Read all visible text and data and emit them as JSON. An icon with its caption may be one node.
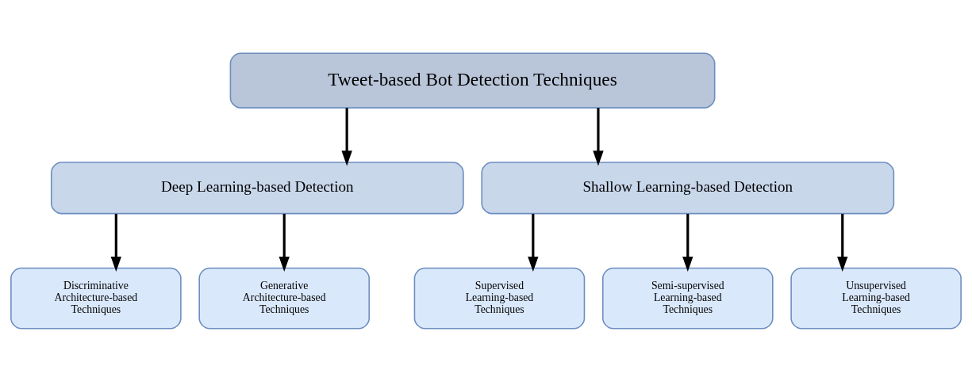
{
  "diagram": {
    "nodes": [
      {
        "text": [
          "Tweet-based Bot Detection Techniques"
        ]
      },
      {
        "text": [
          "Deep Learning-based Detection"
        ]
      },
      {
        "text": [
          "Shallow Learning-based Detection"
        ]
      },
      {
        "text": [
          "Discriminative Architecture-based Techniques"
        ]
      },
      {
        "text": [
          "Generative Architecture-based Techniques"
        ]
      },
      {
        "text": [
          "Supervised Learning-based Techniques"
        ]
      },
      {
        "text": [
          "Semi-supervised Learning-based Techniques"
        ]
      },
      {
        "text": [
          "Unsupervised Learning-based Techniques"
        ]
      }
    ],
    "edges": [
      {
        "from": 0,
        "to": 1,
        "arrow": "to"
      },
      {
        "from": 0,
        "to": 2,
        "arrow": "to"
      },
      {
        "from": 1,
        "to": 3,
        "arrow": "to"
      },
      {
        "from": 1,
        "to": 4,
        "arrow": "to"
      },
      {
        "from": 2,
        "to": 5,
        "arrow": "to"
      },
      {
        "from": 2,
        "to": 6,
        "arrow": "to"
      },
      {
        "from": 2,
        "to": 7,
        "arrow": "to"
      }
    ]
  }
}
